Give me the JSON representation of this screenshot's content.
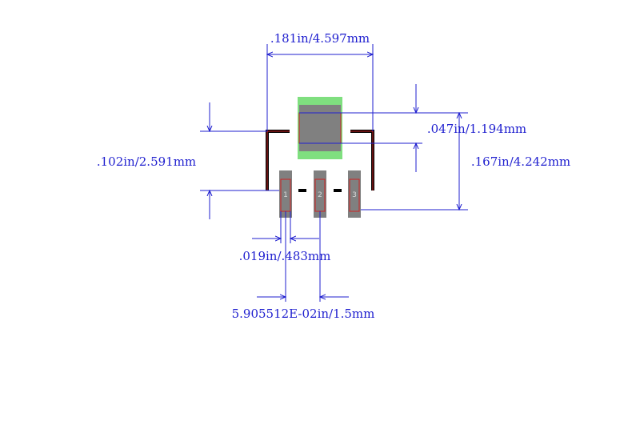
{
  "dimensions": {
    "body_width": ".181in/4.597mm",
    "body_height": ".102in/2.591mm",
    "tab_pad_height": ".047in/1.194mm",
    "overall_height": ".167in/4.242mm",
    "pin_width": ".019in/.483mm",
    "pin_pitch": "5.905512E-02in/1.5mm"
  },
  "pins": [
    {
      "label": "1"
    },
    {
      "label": "2"
    },
    {
      "label": "3"
    }
  ],
  "colors": {
    "dimension_line": "#1f1fcf",
    "pad_gray": "#808080",
    "courtyard_green": "#7fdf7f",
    "copper_red": "#cc2222",
    "silkscreen": "#000000"
  }
}
